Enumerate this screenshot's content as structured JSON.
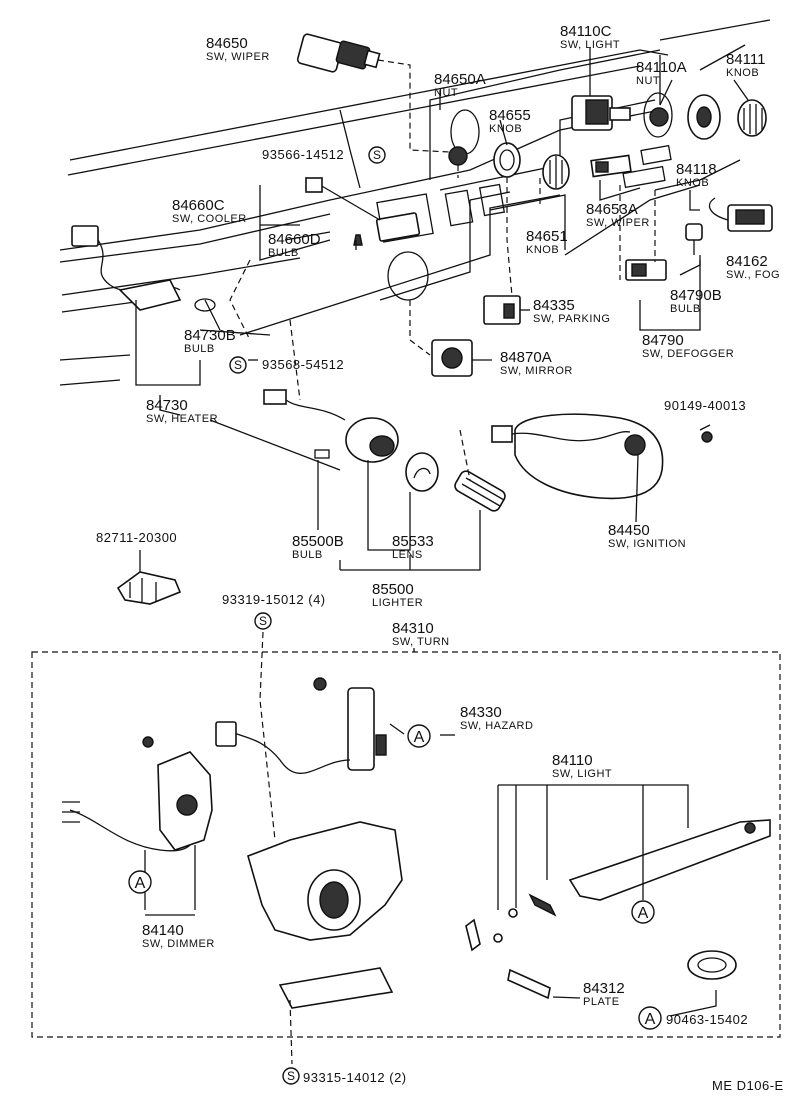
{
  "parts": [
    {
      "id": "p84650",
      "number": "84650",
      "name": "SW, WIPER"
    },
    {
      "id": "p84650A",
      "number": "84650A",
      "name": "NUT"
    },
    {
      "id": "p84110C",
      "number": "84110C",
      "name": "SW, LIGHT"
    },
    {
      "id": "p84110A",
      "number": "84110A",
      "name": "NUT"
    },
    {
      "id": "p84111",
      "number": "84111",
      "name": "KNOB"
    },
    {
      "id": "p84655",
      "number": "84655",
      "name": "KNOB"
    },
    {
      "id": "p93566",
      "number": "93566-14512",
      "name": ""
    },
    {
      "id": "p84118",
      "number": "84118",
      "name": "KNOB"
    },
    {
      "id": "p84660C",
      "number": "84660C",
      "name": "SW, COOLER"
    },
    {
      "id": "p84660D",
      "number": "84660D",
      "name": "BULB"
    },
    {
      "id": "p84651",
      "number": "84651",
      "name": "KNOB"
    },
    {
      "id": "p84653A",
      "number": "84653A",
      "name": "SW, WIPER"
    },
    {
      "id": "p84162",
      "number": "84162",
      "name": "SW., FOG"
    },
    {
      "id": "p84790B",
      "number": "84790B",
      "name": "BULB"
    },
    {
      "id": "p84335",
      "number": "84335",
      "name": "SW, PARKING"
    },
    {
      "id": "p84730B",
      "number": "84730B",
      "name": "BULB"
    },
    {
      "id": "p84790",
      "number": "84790",
      "name": "SW, DEFOGGER"
    },
    {
      "id": "p84870A",
      "number": "84870A",
      "name": "SW, MIRROR"
    },
    {
      "id": "p93568",
      "number": "93568-54512",
      "name": ""
    },
    {
      "id": "p84730",
      "number": "84730",
      "name": "SW, HEATER"
    },
    {
      "id": "p90149",
      "number": "90149-40013",
      "name": ""
    },
    {
      "id": "p84450",
      "number": "84450",
      "name": "SW, IGNITION"
    },
    {
      "id": "p85500B",
      "number": "85500B",
      "name": "BULB"
    },
    {
      "id": "p85533",
      "number": "85533",
      "name": "LENS"
    },
    {
      "id": "p82711",
      "number": "82711-20300",
      "name": ""
    },
    {
      "id": "p85500",
      "number": "85500",
      "name": "LIGHTER"
    },
    {
      "id": "p93319",
      "number": "93319-15012 (4)",
      "name": ""
    },
    {
      "id": "p84310",
      "number": "84310",
      "name": "SW, TURN"
    },
    {
      "id": "p84330",
      "number": "84330",
      "name": "SW, HAZARD"
    },
    {
      "id": "p84110",
      "number": "84110",
      "name": "SW, LIGHT"
    },
    {
      "id": "p84140",
      "number": "84140",
      "name": "SW, DIMMER"
    },
    {
      "id": "p84312",
      "number": "84312",
      "name": "PLATE"
    },
    {
      "id": "p90463",
      "number": "90463-15402",
      "name": ""
    },
    {
      "id": "p93315",
      "number": "93315-14012 (2)",
      "name": ""
    }
  ],
  "symbols": {
    "s_letter": "S",
    "a_letter": "A"
  },
  "footer": {
    "code": "ME  D106-E"
  }
}
